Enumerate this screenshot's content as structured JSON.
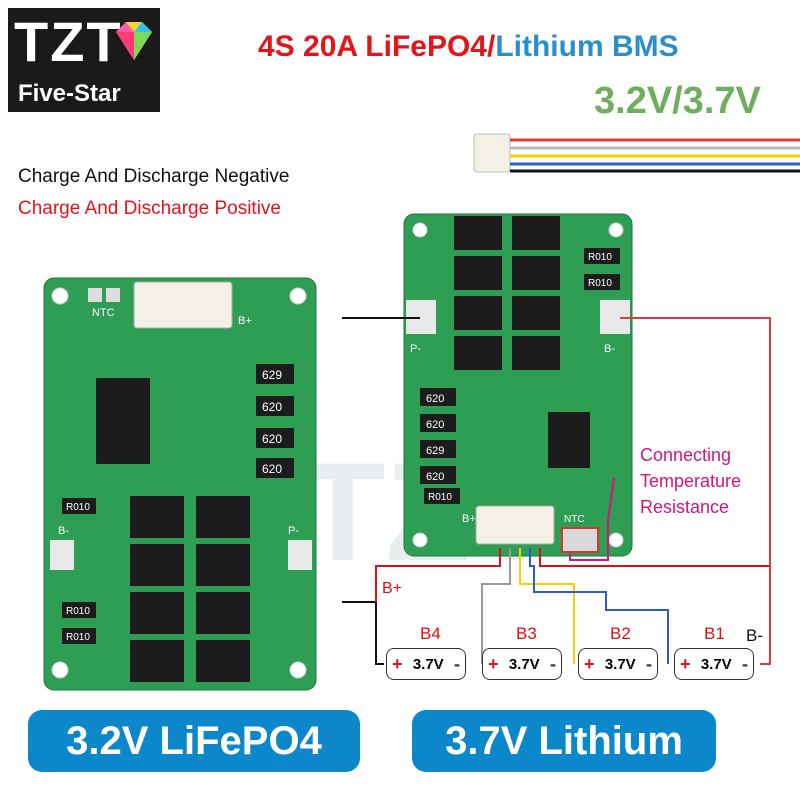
{
  "brand": {
    "name": "TZT",
    "tagline": "Five-Star"
  },
  "title": {
    "part1": "4S 20A LiFePO4",
    "sep": "/",
    "part2": "Lithium BMS"
  },
  "voltage": "3.2V/3.7V",
  "legend": {
    "negative": "Charge And Discharge Negative",
    "positive": "Charge And Discharge Positive"
  },
  "temp_note": [
    "Connecting",
    "Temperature",
    "Resistance"
  ],
  "left_board": {
    "labels": {
      "ntc": "NTC",
      "b_plus": "B+",
      "b_minus": "B-",
      "p_minus": "P-"
    },
    "chips_top": [
      "629",
      "620",
      "620",
      "620"
    ],
    "resistors": [
      "R010",
      "R010",
      "R010"
    ]
  },
  "right_board": {
    "labels": {
      "p_minus": "P-",
      "b_minus": "B-",
      "b_plus": "B+",
      "ntc": "NTC"
    },
    "chips": [
      "620",
      "620",
      "629",
      "620"
    ],
    "resistors": [
      "R010",
      "R010",
      "R010"
    ]
  },
  "battery": {
    "b_plus": "B+",
    "b_minus": "B-",
    "cells": [
      {
        "label": "B4",
        "value": "3.7V"
      },
      {
        "label": "B3",
        "value": "3.7V"
      },
      {
        "label": "B2",
        "value": "3.7V"
      },
      {
        "label": "B1",
        "value": "3.7V"
      }
    ],
    "plus_sign": "+",
    "minus_sign": "-"
  },
  "badges": {
    "left": "3.2V LiFePO4",
    "right": "3.7V Lithium"
  },
  "colors": {
    "red": "#e4141b",
    "blue": "#2b8fc9",
    "green_text": "#6fae5e",
    "pcb": "#2e9e55",
    "badge": "#0c87c9",
    "pink": "#d2157a"
  }
}
